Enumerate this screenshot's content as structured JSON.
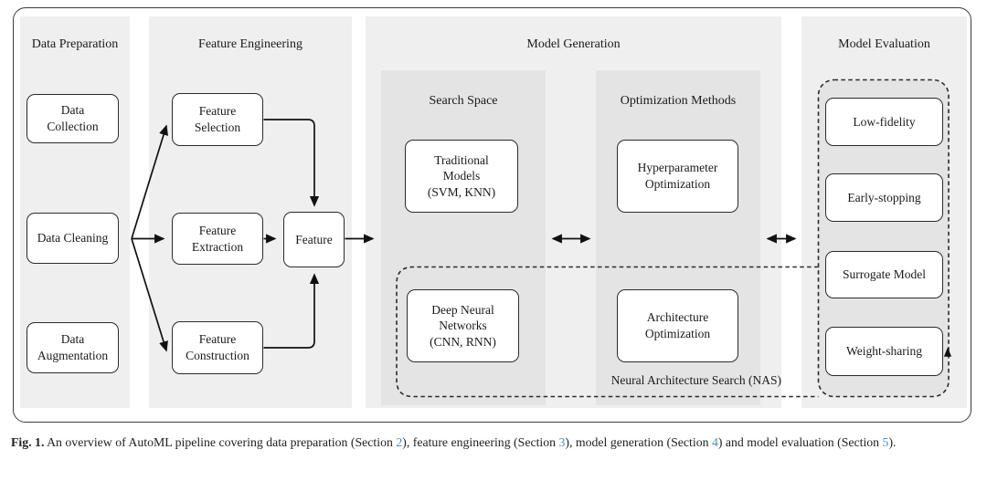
{
  "figure": {
    "panels": {
      "data_preparation": {
        "title": "Data Preparation",
        "boxes": {
          "collection": "Data\nCollection",
          "cleaning": "Data Cleaning",
          "augmentation": "Data\nAugmentation"
        }
      },
      "feature_engineering": {
        "title": "Feature Engineering",
        "boxes": {
          "selection": "Feature\nSelection",
          "extraction": "Feature\nExtraction",
          "construction": "Feature\nConstruction",
          "feature": "Feature"
        }
      },
      "model_generation": {
        "title": "Model Generation",
        "search_space": {
          "title": "Search Space",
          "boxes": {
            "traditional_models": "Traditional\nModels\n(SVM, KNN)",
            "deep_neural_networks": "Deep Neural\nNetworks\n(CNN, RNN)"
          }
        },
        "optimization_methods": {
          "title": "Optimization Methods",
          "boxes": {
            "hyperparameter_optimization": "Hyperparameter\nOptimization",
            "architecture_optimization": "Architecture\nOptimization"
          }
        },
        "nas_label": "Neural Architecture Search (NAS)"
      },
      "model_evaluation": {
        "title": "Model Evaluation",
        "boxes": {
          "low_fidelity": "Low-fidelity",
          "early_stopping": "Early-stopping",
          "surrogate_model": "Surrogate Model",
          "weight_sharing": "Weight-sharing"
        }
      }
    }
  },
  "caption": {
    "fig_label": "Fig. 1.",
    "segments": [
      {
        "text": " An overview of AutoML pipeline covering data preparation (Section ",
        "link": false
      },
      {
        "text": "2",
        "link": true
      },
      {
        "text": "), feature engineering (Section ",
        "link": false
      },
      {
        "text": "3",
        "link": true
      },
      {
        "text": "), model generation (Section ",
        "link": false
      },
      {
        "text": "4",
        "link": true
      },
      {
        "text": ") and model evaluation (Section ",
        "link": false
      },
      {
        "text": "5",
        "link": true
      },
      {
        "text": ").",
        "link": false
      }
    ]
  },
  "colors": {
    "section_link_blue": "#4493c7",
    "panel_gray": "#efefef",
    "inner_panel_gray": "#e4e4e4",
    "box_border": "#2b2b2b",
    "arrow_black": "#111111"
  }
}
